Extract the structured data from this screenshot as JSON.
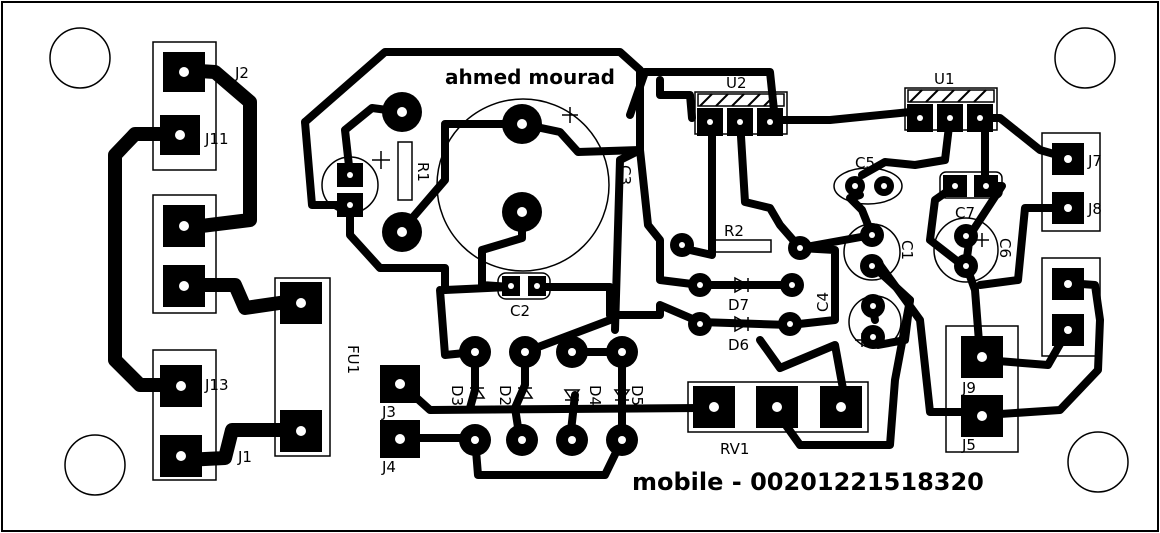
{
  "board": {
    "designer_text": "ahmed mourad",
    "contact_text": "mobile - 00201221518320",
    "colors": {
      "background": "#ffffff",
      "copper": "#000000"
    }
  },
  "components": [
    {
      "ref": "J2",
      "label": "J2"
    },
    {
      "ref": "J11",
      "label": "J11"
    },
    {
      "ref": "J13",
      "label": "J13"
    },
    {
      "ref": "J1",
      "label": "J1"
    },
    {
      "ref": "FU1",
      "label": "FU1"
    },
    {
      "ref": "J3",
      "label": "J3"
    },
    {
      "ref": "J4",
      "label": "J4"
    },
    {
      "ref": "D3",
      "label": "D3"
    },
    {
      "ref": "D2",
      "label": "D2"
    },
    {
      "ref": "D4",
      "label": "D4"
    },
    {
      "ref": "D5",
      "label": "D5"
    },
    {
      "ref": "C2",
      "label": "C2"
    },
    {
      "ref": "C3",
      "label": "C3"
    },
    {
      "ref": "R1",
      "label": "R1"
    },
    {
      "ref": "U2",
      "label": "U2"
    },
    {
      "ref": "U1",
      "label": "U1"
    },
    {
      "ref": "R2",
      "label": "R2"
    },
    {
      "ref": "D7",
      "label": "D7"
    },
    {
      "ref": "D6",
      "label": "D6"
    },
    {
      "ref": "C5",
      "label": "C5"
    },
    {
      "ref": "C7",
      "label": "C7"
    },
    {
      "ref": "C1",
      "label": "C1"
    },
    {
      "ref": "C4",
      "label": "C4"
    },
    {
      "ref": "C6",
      "label": "C6"
    },
    {
      "ref": "J7",
      "label": "J7"
    },
    {
      "ref": "J8",
      "label": "J8"
    },
    {
      "ref": "J9",
      "label": "J9"
    },
    {
      "ref": "J5",
      "label": "J5"
    },
    {
      "ref": "RV1",
      "label": "RV1"
    }
  ]
}
